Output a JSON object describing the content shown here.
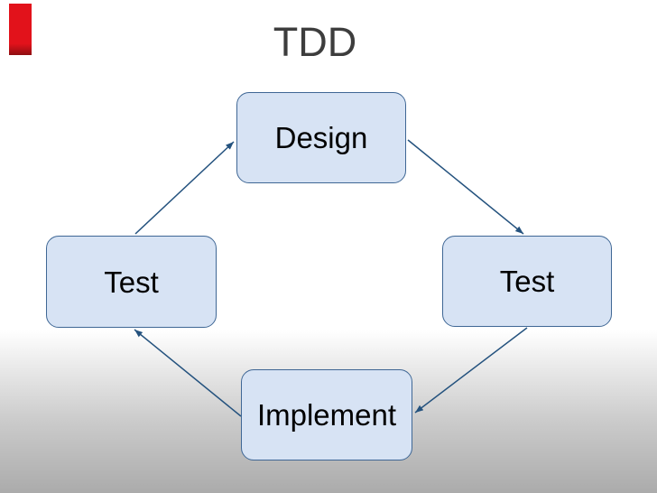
{
  "slide": {
    "title": "TDD",
    "nodes": [
      {
        "id": "design",
        "label": "Design"
      },
      {
        "id": "test-right",
        "label": "Test"
      },
      {
        "id": "implement",
        "label": "Implement"
      },
      {
        "id": "test-left",
        "label": "Test"
      }
    ],
    "arrows": [
      {
        "from": "test-left",
        "to": "design"
      },
      {
        "from": "design",
        "to": "test-right"
      },
      {
        "from": "test-right",
        "to": "implement"
      },
      {
        "from": "implement",
        "to": "test-left"
      }
    ],
    "colors": {
      "arrow": "#24527e",
      "node_fill": "#d7e3f4",
      "node_border": "#3f6795",
      "node_text": "#000000",
      "title": "#3d3d3d",
      "ribbon": "#e2121b",
      "background_top": "#ffffff",
      "background_bottom": "#ababab"
    }
  }
}
